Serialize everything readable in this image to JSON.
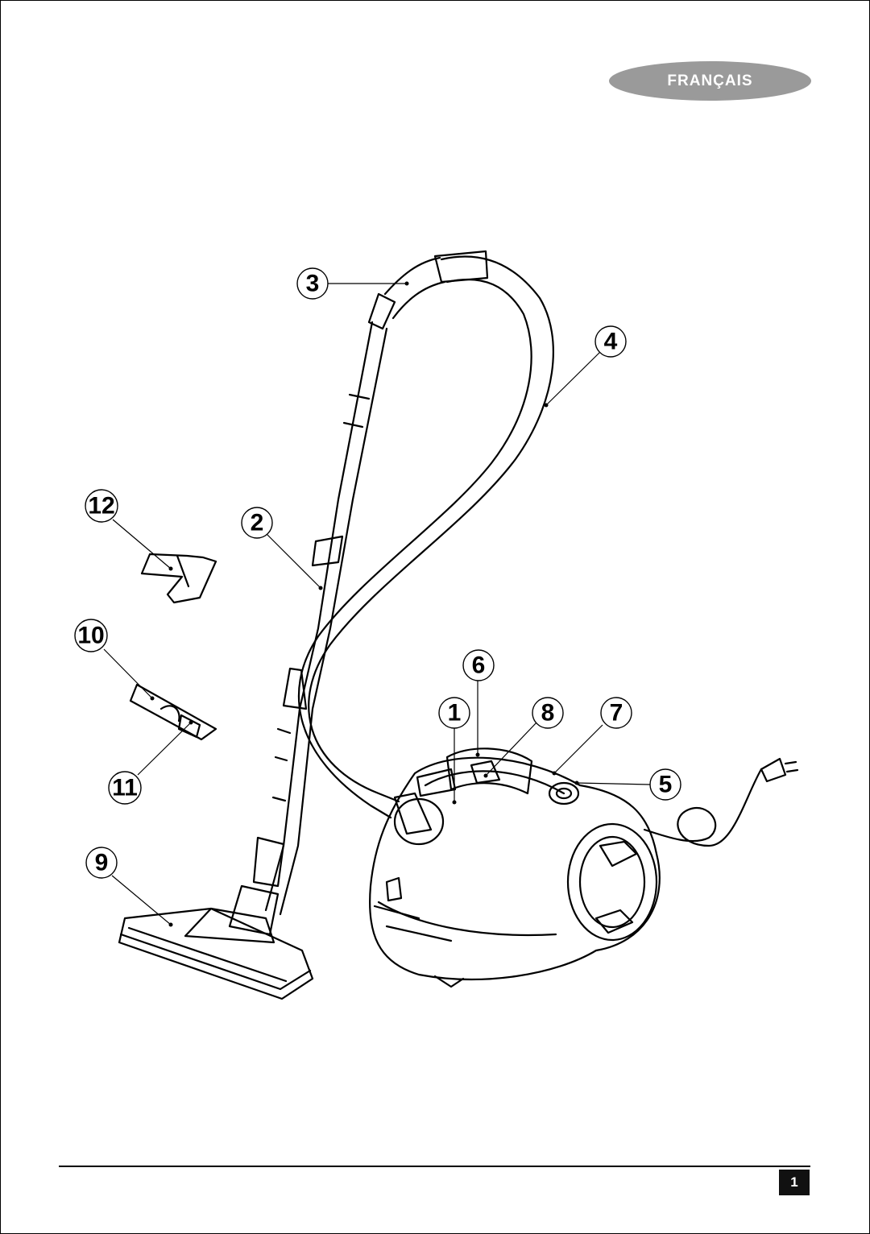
{
  "header": {
    "language_label": "FRANÇAIS"
  },
  "callouts": [
    "3",
    "4",
    "12",
    "2",
    "10",
    "6",
    "1",
    "8",
    "7",
    "11",
    "5",
    "9"
  ],
  "footer": {
    "page_number": "1"
  }
}
